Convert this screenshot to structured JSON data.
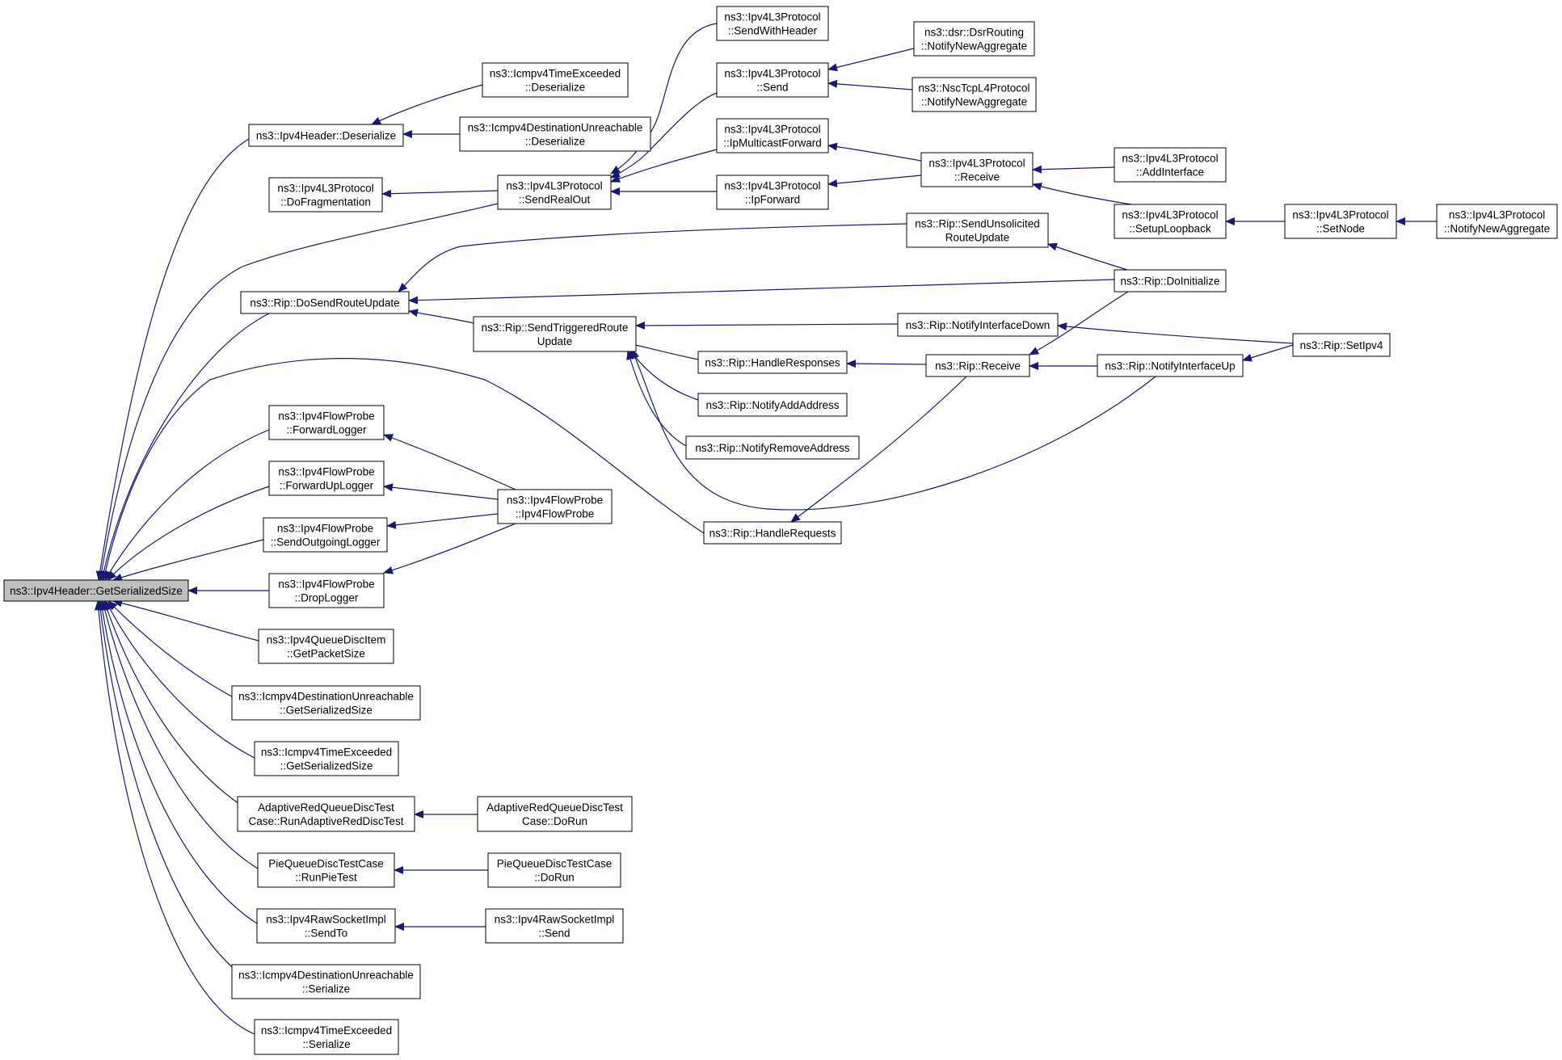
{
  "diagram": {
    "colors": {
      "edge": "#191970",
      "node_border": "#000000",
      "node_fill": "#ffffff",
      "root_fill": "#bfbfbf"
    },
    "nodes": [
      {
        "id": "root",
        "lines": [
          "ns3::Ipv4Header::GetSerializedSize"
        ],
        "root": true
      },
      {
        "id": "ipv4hdr_deser",
        "lines": [
          "ns3::Ipv4Header::Deserialize"
        ]
      },
      {
        "id": "l3_dofrag",
        "lines": [
          "ns3::Ipv4L3Protocol",
          "::DoFragmentation"
        ]
      },
      {
        "id": "rip_dosend",
        "lines": [
          "ns3::Rip::DoSendRouteUpdate"
        ]
      },
      {
        "id": "fp_fwdlog",
        "lines": [
          "ns3::Ipv4FlowProbe",
          "::ForwardLogger"
        ]
      },
      {
        "id": "fp_fwduplog",
        "lines": [
          "ns3::Ipv4FlowProbe",
          "::ForwardUpLogger"
        ]
      },
      {
        "id": "fp_sendout",
        "lines": [
          "ns3::Ipv4FlowProbe",
          "::SendOutgoingLogger"
        ]
      },
      {
        "id": "fp_drop",
        "lines": [
          "ns3::Ipv4FlowProbe",
          "::DropLogger"
        ]
      },
      {
        "id": "qdisc_pkt",
        "lines": [
          "ns3::Ipv4QueueDiscItem",
          "::GetPacketSize"
        ]
      },
      {
        "id": "icmp_du_gss",
        "lines": [
          "ns3::Icmpv4DestinationUnreachable",
          "::GetSerializedSize"
        ]
      },
      {
        "id": "icmp_te_gss",
        "lines": [
          "ns3::Icmpv4TimeExceeded",
          "::GetSerializedSize"
        ]
      },
      {
        "id": "ared_run",
        "lines": [
          "AdaptiveRedQueueDiscTest",
          "Case::RunAdaptiveRedDiscTest"
        ]
      },
      {
        "id": "pie_run",
        "lines": [
          "PieQueueDiscTestCase",
          "::RunPieTest"
        ]
      },
      {
        "id": "raw_sendto",
        "lines": [
          "ns3::Ipv4RawSocketImpl",
          "::SendTo"
        ]
      },
      {
        "id": "icmp_du_ser",
        "lines": [
          "ns3::Icmpv4DestinationUnreachable",
          "::Serialize"
        ]
      },
      {
        "id": "icmp_te_ser",
        "lines": [
          "ns3::Icmpv4TimeExceeded",
          "::Serialize"
        ]
      },
      {
        "id": "icmp_te_deser",
        "lines": [
          "ns3::Icmpv4TimeExceeded",
          "::Deserialize"
        ]
      },
      {
        "id": "icmp_du_deser",
        "lines": [
          "ns3::Icmpv4DestinationUnreachable",
          "::Deserialize"
        ]
      },
      {
        "id": "l3_sendrealout",
        "lines": [
          "ns3::Ipv4L3Protocol",
          "::SendRealOut"
        ]
      },
      {
        "id": "rip_sendtrig",
        "lines": [
          "ns3::Rip::SendTriggeredRoute",
          "Update"
        ]
      },
      {
        "id": "fp_ctor",
        "lines": [
          "ns3::Ipv4FlowProbe",
          "::Ipv4FlowProbe"
        ]
      },
      {
        "id": "ared_dorun",
        "lines": [
          "AdaptiveRedQueueDiscTest",
          "Case::DoRun"
        ]
      },
      {
        "id": "pie_dorun",
        "lines": [
          "PieQueueDiscTestCase",
          "::DoRun"
        ]
      },
      {
        "id": "raw_send",
        "lines": [
          "ns3::Ipv4RawSocketImpl",
          "::Send"
        ]
      },
      {
        "id": "l3_sendwh",
        "lines": [
          "ns3::Ipv4L3Protocol",
          "::SendWithHeader"
        ]
      },
      {
        "id": "l3_send",
        "lines": [
          "ns3::Ipv4L3Protocol",
          "::Send"
        ]
      },
      {
        "id": "l3_ipmcast",
        "lines": [
          "ns3::Ipv4L3Protocol",
          "::IpMulticastForward"
        ]
      },
      {
        "id": "l3_ipfwd",
        "lines": [
          "ns3::Ipv4L3Protocol",
          "::IpForward"
        ]
      },
      {
        "id": "rip_handleresp",
        "lines": [
          "ns3::Rip::HandleResponses"
        ]
      },
      {
        "id": "rip_notifyadd",
        "lines": [
          "ns3::Rip::NotifyAddAddress"
        ]
      },
      {
        "id": "rip_notifyrem",
        "lines": [
          "ns3::Rip::NotifyRemoveAddress"
        ]
      },
      {
        "id": "rip_handlereq",
        "lines": [
          "ns3::Rip::HandleRequests"
        ]
      },
      {
        "id": "dsr_nna",
        "lines": [
          "ns3::dsr::DsrRouting",
          "::NotifyNewAggregate"
        ]
      },
      {
        "id": "nsc_nna",
        "lines": [
          "ns3::NscTcpL4Protocol",
          "::NotifyNewAggregate"
        ]
      },
      {
        "id": "l3_receive",
        "lines": [
          "ns3::Ipv4L3Protocol",
          "::Receive"
        ]
      },
      {
        "id": "rip_unsol",
        "lines": [
          "ns3::Rip::SendUnsolicited",
          "RouteUpdate"
        ]
      },
      {
        "id": "rip_ifdown",
        "lines": [
          "ns3::Rip::NotifyInterfaceDown"
        ]
      },
      {
        "id": "rip_receive",
        "lines": [
          "ns3::Rip::Receive"
        ]
      },
      {
        "id": "l3_addif",
        "lines": [
          "ns3::Ipv4L3Protocol",
          "::AddInterface"
        ]
      },
      {
        "id": "l3_setuplo",
        "lines": [
          "ns3::Ipv4L3Protocol",
          "::SetupLoopback"
        ]
      },
      {
        "id": "rip_doinit",
        "lines": [
          "ns3::Rip::DoInitialize"
        ]
      },
      {
        "id": "rip_ifup",
        "lines": [
          "ns3::Rip::NotifyInterfaceUp"
        ]
      },
      {
        "id": "l3_setnode",
        "lines": [
          "ns3::Ipv4L3Protocol",
          "::SetNode"
        ]
      },
      {
        "id": "rip_setipv4",
        "lines": [
          "ns3::Rip::SetIpv4"
        ]
      },
      {
        "id": "l3_nna",
        "lines": [
          "ns3::Ipv4L3Protocol",
          "::NotifyNewAggregate"
        ]
      }
    ],
    "edges": [
      {
        "from": "ipv4hdr_deser",
        "to": "root"
      },
      {
        "from": "l3_sendrealout",
        "to": "root"
      },
      {
        "from": "rip_dosend",
        "to": "root"
      },
      {
        "from": "rip_handlereq",
        "to": "root"
      },
      {
        "from": "fp_fwdlog",
        "to": "root"
      },
      {
        "from": "fp_fwduplog",
        "to": "root"
      },
      {
        "from": "fp_sendout",
        "to": "root"
      },
      {
        "from": "fp_drop",
        "to": "root"
      },
      {
        "from": "qdisc_pkt",
        "to": "root"
      },
      {
        "from": "icmp_du_gss",
        "to": "root"
      },
      {
        "from": "icmp_te_gss",
        "to": "root"
      },
      {
        "from": "ared_run",
        "to": "root"
      },
      {
        "from": "pie_run",
        "to": "root"
      },
      {
        "from": "raw_sendto",
        "to": "root"
      },
      {
        "from": "icmp_du_ser",
        "to": "root"
      },
      {
        "from": "icmp_te_ser",
        "to": "root"
      },
      {
        "from": "icmp_te_deser",
        "to": "ipv4hdr_deser"
      },
      {
        "from": "icmp_du_deser",
        "to": "ipv4hdr_deser"
      },
      {
        "from": "l3_sendrealout",
        "to": "l3_dofrag"
      },
      {
        "from": "rip_unsol",
        "to": "rip_dosend"
      },
      {
        "from": "rip_doinit",
        "to": "rip_dosend"
      },
      {
        "from": "rip_sendtrig",
        "to": "rip_dosend"
      },
      {
        "from": "fp_ctor",
        "to": "fp_fwdlog"
      },
      {
        "from": "fp_ctor",
        "to": "fp_fwduplog"
      },
      {
        "from": "fp_ctor",
        "to": "fp_sendout"
      },
      {
        "from": "fp_ctor",
        "to": "fp_drop"
      },
      {
        "from": "ared_dorun",
        "to": "ared_run"
      },
      {
        "from": "pie_dorun",
        "to": "pie_run"
      },
      {
        "from": "raw_send",
        "to": "raw_sendto"
      },
      {
        "from": "l3_sendwh",
        "to": "l3_sendrealout"
      },
      {
        "from": "l3_send",
        "to": "l3_sendrealout"
      },
      {
        "from": "l3_ipmcast",
        "to": "l3_sendrealout"
      },
      {
        "from": "l3_ipfwd",
        "to": "l3_sendrealout"
      },
      {
        "from": "rip_ifdown",
        "to": "rip_sendtrig"
      },
      {
        "from": "rip_handleresp",
        "to": "rip_sendtrig"
      },
      {
        "from": "rip_notifyadd",
        "to": "rip_sendtrig"
      },
      {
        "from": "rip_notifyrem",
        "to": "rip_sendtrig"
      },
      {
        "from": "rip_ifup",
        "to": "rip_sendtrig"
      },
      {
        "from": "dsr_nna",
        "to": "l3_send"
      },
      {
        "from": "nsc_nna",
        "to": "l3_send"
      },
      {
        "from": "l3_receive",
        "to": "l3_ipmcast"
      },
      {
        "from": "l3_receive",
        "to": "l3_ipfwd"
      },
      {
        "from": "l3_addif",
        "to": "l3_receive"
      },
      {
        "from": "l3_setuplo",
        "to": "l3_receive"
      },
      {
        "from": "rip_doinit",
        "to": "rip_unsol"
      },
      {
        "from": "rip_setipv4",
        "to": "rip_ifdown"
      },
      {
        "from": "rip_receive",
        "to": "rip_handleresp"
      },
      {
        "from": "rip_receive",
        "to": "rip_handlereq"
      },
      {
        "from": "rip_doinit",
        "to": "rip_receive"
      },
      {
        "from": "rip_ifup",
        "to": "rip_receive"
      },
      {
        "from": "l3_setnode",
        "to": "l3_setuplo"
      },
      {
        "from": "rip_setipv4",
        "to": "rip_ifup"
      },
      {
        "from": "l3_nna",
        "to": "l3_setnode"
      }
    ]
  }
}
